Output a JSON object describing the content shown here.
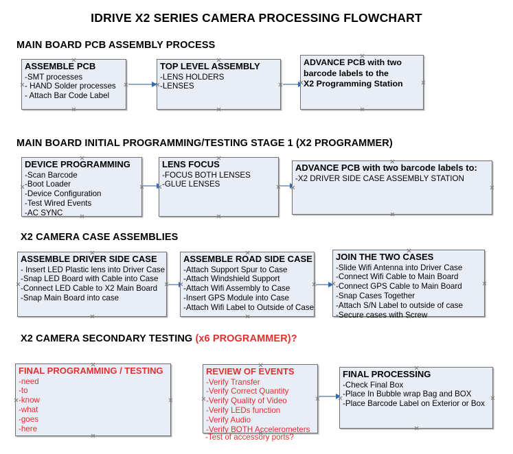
{
  "document": {
    "title": "IDRIVE X2  SERIES CAMERA PROCESSING FLOWCHART"
  },
  "colors": {
    "box_fill": "#e9eef6",
    "box_border": "#6f6f6f",
    "arrow_line": "#8fa9c4",
    "arrow_head": "#2f6bbf",
    "text": "#000000",
    "accent_red": "#e03030"
  },
  "sections": [
    {
      "id": "main-board-pcb-assembly",
      "heading": "MAIN BOARD PCB ASSEMBLY PROCESS",
      "heading_accent": "",
      "nodes": [
        {
          "id": "assemble-pcb",
          "title": "ASSEMBLE PCB",
          "lines": [
            "-SMT processes",
            "- HAND Solder processes",
            "- Attach Bar Code Label"
          ],
          "bold_body": false,
          "red": false
        },
        {
          "id": "top-level-assembly",
          "title": "TOP LEVEL ASSEMBLY",
          "lines": [
            "-LENS HOLDERS",
            "-LENSES"
          ],
          "bold_body": false,
          "red": false
        },
        {
          "id": "advance-pcb-programming-station",
          "title": "",
          "lines": [
            "ADVANCE PCB with two",
            "barcode labels to the",
            " X2 Programming Station"
          ],
          "bold_body": true,
          "red": false
        }
      ]
    },
    {
      "id": "main-board-initial-programming",
      "heading": "MAIN BOARD INITIAL PROGRAMMING/TESTING STAGE 1 (X2 PROGRAMMER)",
      "heading_accent": "",
      "nodes": [
        {
          "id": "device-programming",
          "title": "DEVICE PROGRAMMING",
          "lines": [
            "-Scan Barcode",
            "-Boot Loader",
            "-Device Configuration",
            "-Test Wired Events",
            "-AC SYNC"
          ],
          "bold_body": false,
          "red": false
        },
        {
          "id": "lens-focus",
          "title": "LENS FOCUS",
          "lines": [
            "-FOCUS BOTH LENSES",
            "-GLUE LENSES"
          ],
          "bold_body": false,
          "red": false
        },
        {
          "id": "advance-pcb-driver-side-case",
          "title": "ADVANCE PCB with two barcode labels to:",
          "lines": [
            "-X2 DRIVER  SIDE  CASE  ASSEMBLY STATION"
          ],
          "bold_body": false,
          "red": false
        }
      ]
    },
    {
      "id": "x2-camera-case-assemblies",
      "heading": "X2 CAMERA CASE ASSEMBLIES",
      "heading_accent": "",
      "nodes": [
        {
          "id": "assemble-driver-side-case",
          "title": "ASSEMBLE DRIVER SIDE CASE",
          "lines": [
            "- Insert LED Plastic lens into Driver Case",
            "-Snap LED Board with Cable into Case",
            "-Connect LED Cable to X2 Main Board",
            "-Snap Main Board into case"
          ],
          "bold_body": false,
          "red": false
        },
        {
          "id": "assemble-road-side-case",
          "title": "ASSEMBLE ROAD SIDE CASE",
          "lines": [
            "-Attach Support Spur to Case",
            "-Attach Windshield Support",
            "-Attach Wifi Assembly to Case",
            "-Insert GPS Module into Case",
            "-Attach Wifi Label to Outside of Case"
          ],
          "bold_body": false,
          "red": false
        },
        {
          "id": "join-the-two-cases",
          "title": "JOIN THE TWO CASES",
          "lines": [
            "-Slide Wifi Antenna into Driver Case",
            "-Connect Wifi Cable to Main Board",
            "-Connect GPS Cable to Main Board",
            "-Snap Cases Together",
            "-Attach S/N Label to outside of case",
            "-Secure cases with Screw"
          ],
          "bold_body": false,
          "red": false
        }
      ]
    },
    {
      "id": "x2-camera-secondary-testing",
      "heading": "X2 CAMERA SECONDARY TESTING ",
      "heading_accent": "(x6 PROGRAMMER)?",
      "nodes": [
        {
          "id": "final-programming-testing",
          "title": "FINAL PROGRAMMING / TESTING",
          "lines": [
            "-need",
            "-to",
            "-know",
            "-what",
            "-goes",
            "-here"
          ],
          "bold_body": false,
          "red": true
        },
        {
          "id": "review-of-events",
          "title": "REVIEW OF EVENTS",
          "lines": [
            "-Verify Transfer",
            "-Verify Correct Quantity",
            "-Verify Quality of Video",
            "-Verify LEDs function",
            "-Verify Audio",
            "-Verify BOTH Accelerometers"
          ],
          "overflow_line": "-Test of accessory ports?",
          "bold_body": false,
          "red": true
        },
        {
          "id": "final-processing",
          "title": "FINAL PROCESSING",
          "lines": [
            " -Check Final Box",
            "-Place In Bubble wrap Bag and BOX",
            "-Place Barcode Label on Exterior or Box"
          ],
          "bold_body": false,
          "red": false
        }
      ]
    }
  ],
  "connectors": [
    {
      "id": "assemble-pcb-to-top-level-assembly"
    },
    {
      "id": "top-level-assembly-to-advance-pcb"
    },
    {
      "id": "device-programming-to-lens-focus"
    },
    {
      "id": "lens-focus-to-advance-pcb"
    },
    {
      "id": "driver-side-case-to-road-side-case"
    },
    {
      "id": "road-side-case-to-join-cases"
    },
    {
      "id": "review-of-events-to-final-processing"
    }
  ]
}
